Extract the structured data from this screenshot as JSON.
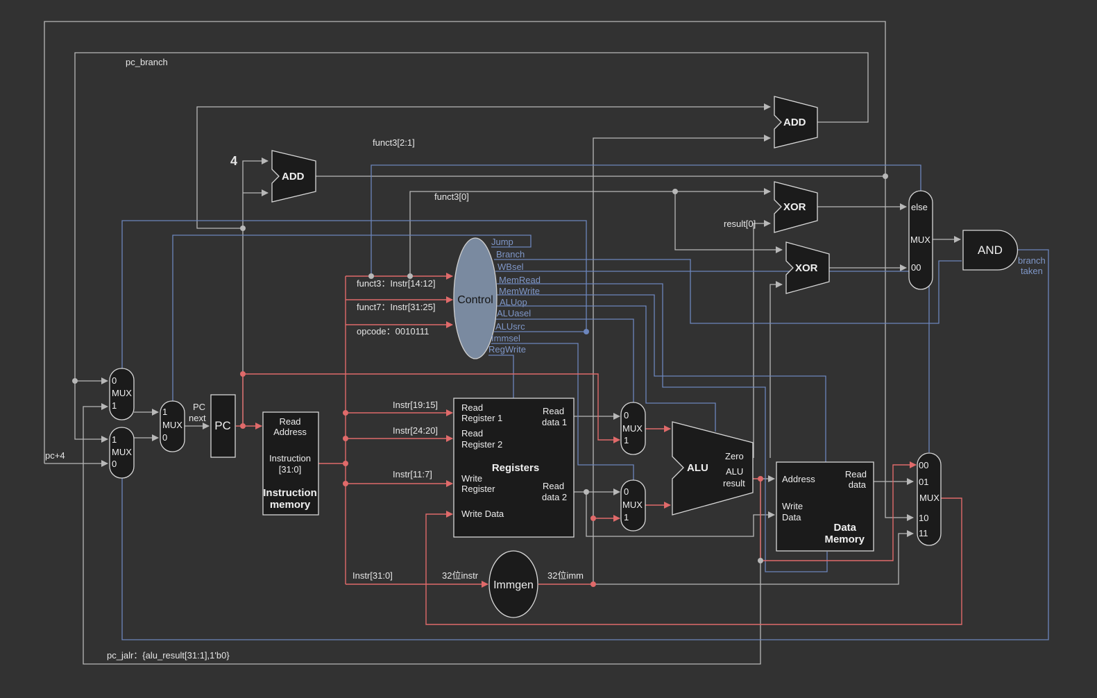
{
  "colors": {
    "background": "#323232",
    "wire_gray": "#b8b8b8",
    "wire_blue": "#6c86bd",
    "wire_red": "#e06a6a",
    "control_fill": "#7a8aa0",
    "block_fill": "#1b1b1b"
  },
  "labels": {
    "pc_branch": "pc_branch",
    "pc_plus4": "pc+4",
    "pc_jalr": "pc_jalr：{alu_result[31:1],1'b0}",
    "funct3_21": "funct3[2:1]",
    "funct3_0": "funct3[0]",
    "result0": "result[0]",
    "const4": "4",
    "pc_next_1": "PC",
    "pc_next_2": "next",
    "funct3_field": "funct3：Instr[14:12]",
    "funct7_field": "funct7：Instr[31:25]",
    "opcode_field": "opcode：0010111",
    "instr_19_15": "Instr[19:15]",
    "instr_24_20": "Instr[24:20]",
    "instr_11_7": "Instr[11:7]",
    "instr_31_0": "Instr[31:0]",
    "instr32": "32位instr",
    "imm32": "32位imm",
    "branch_taken_1": "branch",
    "branch_taken_2": "taken"
  },
  "control_signals": [
    "Jump",
    "Branch",
    "WBsel",
    "MemRead",
    "MemWrite",
    "ALUop",
    "ALUasel",
    "ALUsrc",
    "Immsel",
    "RegWrite"
  ],
  "blocks": {
    "pc": "PC",
    "control": "Control",
    "immgen": "Immgen",
    "alu": "ALU",
    "and_gate": "AND",
    "adder": "ADD",
    "xor": "XOR",
    "mux": "MUX",
    "imem": {
      "read_address_1": "Read",
      "read_address_2": "Address",
      "instruction_1": "Instruction",
      "instruction_2": "[31:0]",
      "title_1": "Instruction",
      "title_2": "memory"
    },
    "registers": {
      "rr1_1": "Read",
      "rr1_2": "Register 1",
      "rr2_1": "Read",
      "rr2_2": "Register 2",
      "wr_1": "Write",
      "wr_2": "Register",
      "wd": "Write Data",
      "rd1_1": "Read",
      "rd1_2": "data 1",
      "rd2_1": "Read",
      "rd2_2": "data 2",
      "title": "Registers"
    },
    "alu_ports": {
      "zero": "Zero",
      "result_1": "ALU",
      "result_2": "result"
    },
    "dmem": {
      "address": "Address",
      "write_1": "Write",
      "write_2": "Data",
      "read_1": "Read",
      "read_2": "data",
      "title_1": "Data",
      "title_2": "Memory"
    }
  },
  "mux_inputs": {
    "mux_a": [
      "0",
      "1"
    ],
    "mux_b": [
      "1",
      "0"
    ],
    "mux_pc": [
      "1",
      "0"
    ],
    "mux_alu_a": [
      "0",
      "1"
    ],
    "mux_alu_b": [
      "0",
      "1"
    ],
    "mux_branch": [
      "else",
      "00"
    ],
    "mux_wb": [
      "00",
      "01",
      "10",
      "11"
    ]
  }
}
